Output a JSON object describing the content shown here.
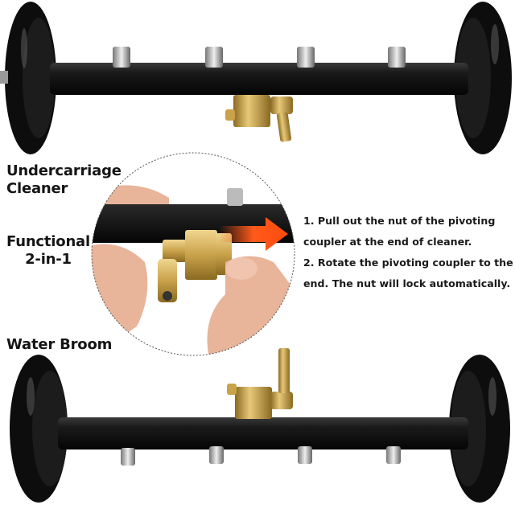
{
  "labels": {
    "undercarriage": [
      "Undercarriage",
      "Cleaner"
    ],
    "functional": [
      "Functional",
      "2-in-1"
    ],
    "water_broom": "Water Broom"
  },
  "instructions": [
    {
      "line1": "1.  Pull out the nut of the pivoting",
      "line2": "coupler at the end of cleaner."
    },
    {
      "line1": "2.  Rotate the pivoting coupler to the",
      "line2": "end.  The nut will lock automatically."
    }
  ],
  "colors": {
    "tube": "#141414",
    "wheel": "#0d0d0d",
    "brass": "#c9a24a",
    "nozzle": "#b8b8b8",
    "arrow": "#ff5a1a",
    "skin": "#e8b49a"
  },
  "illustrations": {
    "top": "undercarriage-cleaner-photo",
    "middle": "pivoting-coupler-closeup",
    "bottom": "water-broom-photo"
  }
}
